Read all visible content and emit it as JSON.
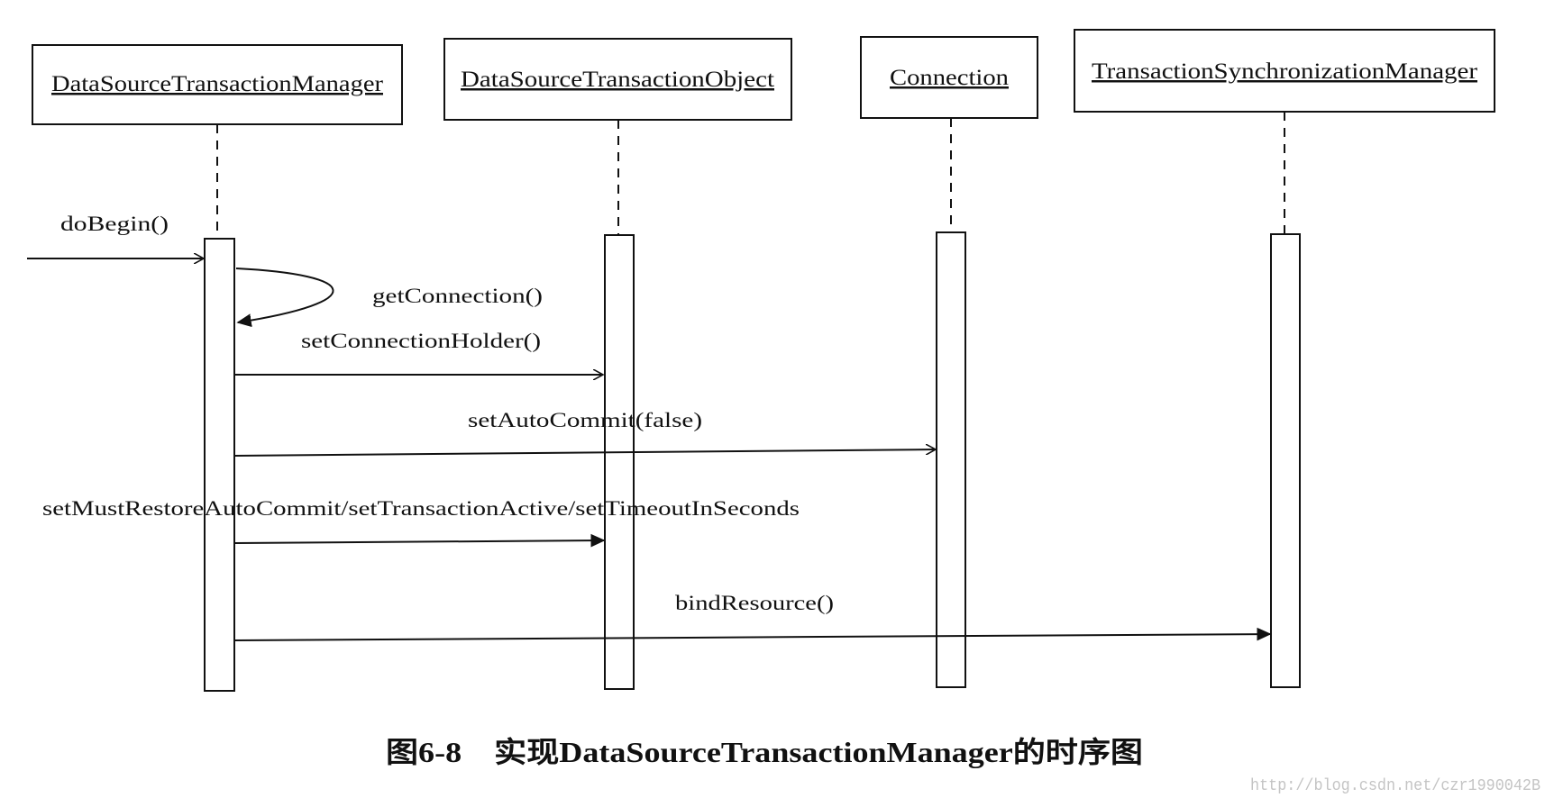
{
  "participants": [
    {
      "name": "DataSourceTransactionManager"
    },
    {
      "name": "DataSourceTransactionObject"
    },
    {
      "name": "Connection"
    },
    {
      "name": "TransactionSynchronizationManager"
    }
  ],
  "messages": [
    {
      "label": "doBegin()",
      "from": "external",
      "to": "DataSourceTransactionManager",
      "arrow": "open"
    },
    {
      "label": "getConnection()",
      "from": "DataSourceTransactionManager",
      "to": "DataSourceTransactionManager",
      "arrow": "filled",
      "self": true
    },
    {
      "label": "setConnectionHolder()",
      "from": "DataSourceTransactionManager",
      "to": "DataSourceTransactionObject",
      "arrow": "open"
    },
    {
      "label": "setAutoCommit(false)",
      "from": "DataSourceTransactionManager",
      "to": "Connection",
      "arrow": "open"
    },
    {
      "label": "setMustRestoreAutoCommit/setTransactionActive/setTimeoutInSeconds",
      "from": "DataSourceTransactionManager",
      "to": "DataSourceTransactionObject",
      "arrow": "filled"
    },
    {
      "label": "bindResource()",
      "from": "DataSourceTransactionManager",
      "to": "TransactionSynchronizationManager",
      "arrow": "filled"
    }
  ],
  "caption": "图6-8　实现DataSourceTransactionManager的时序图",
  "watermark": "http://blog.csdn.net/czr1990042B"
}
